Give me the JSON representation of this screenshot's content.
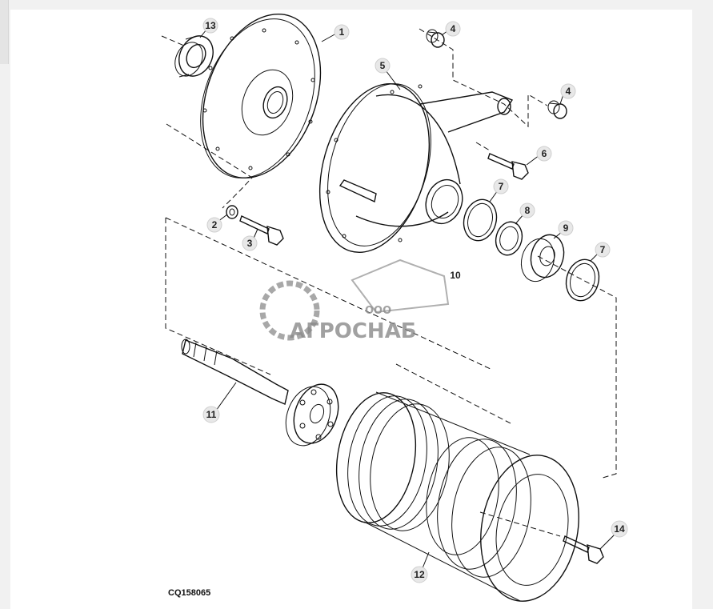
{
  "figure_code": "CQ158065",
  "watermark": {
    "prefix": "ООО",
    "name": "АГРОСНАБ"
  },
  "callouts": [
    "13",
    "1",
    "4",
    "5",
    "4",
    "6",
    "7",
    "8",
    "9",
    "7",
    "2",
    "3",
    "11",
    "14",
    "12",
    "10"
  ]
}
